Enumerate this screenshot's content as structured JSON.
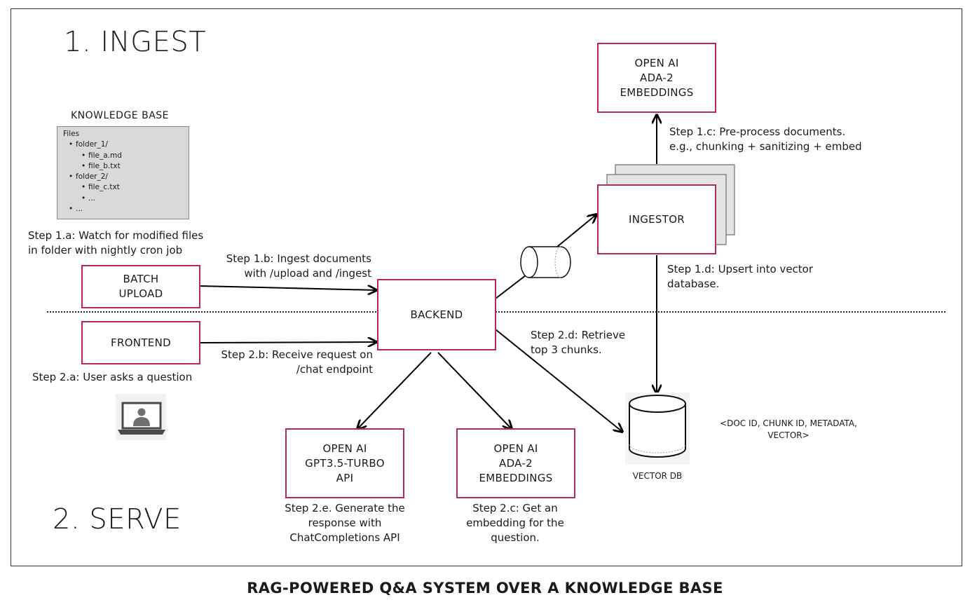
{
  "section_ingest": "1. INGEST",
  "section_serve": "2. SERVE",
  "caption": "RAG-POWERED Q&A SYSTEM OVER A KNOWLEDGE BASE",
  "knowledge_base": {
    "title": "KNOWLEDGE BASE",
    "files_label": "Files",
    "folder_1": "folder_1/",
    "file_a": "file_a.md",
    "file_b": "file_b.txt",
    "folder_2": "folder_2/",
    "file_c": "file_c.txt",
    "ellipsis_inner": "...",
    "ellipsis_outer": "..."
  },
  "boxes": {
    "openai_embed_top": "OPEN AI\nADA-2\nEMBEDDINGS",
    "ingestor": "INGESTOR",
    "batch_upload": "BATCH\nUPLOAD",
    "backend": "BACKEND",
    "frontend": "FRONTEND",
    "openai_gpt": "OPEN AI\nGPT3.5-TURBO\nAPI",
    "openai_embed_bottom": "OPEN AI\nADA-2\nEMBEDDINGS"
  },
  "steps": {
    "s1a": "Step 1.a: Watch for modified files\nin folder with nightly cron job",
    "s1b": "Step 1.b: Ingest documents\nwith /upload and /ingest",
    "s1c": "Step 1.c: Pre-process documents.\ne.g., chunking + sanitizing + embed",
    "s1d": "Step 1.d: Upsert into vector\ndatabase.",
    "s2a": "Step 2.a: User asks a question",
    "s2b": "Step 2.b: Receive request on\n/chat endpoint",
    "s2c": "Step 2.c: Get an\nembedding for the\nquestion.",
    "s2d": "Step 2.d: Retrieve\ntop 3 chunks.",
    "s2e": "Step 2.e. Generate the\nresponse with\nChatCompletions API"
  },
  "vector_db": {
    "label": "VECTOR DB",
    "schema": "<DOC ID, CHUNK ID, METADATA,\nVECTOR>"
  },
  "icons": [
    "queue-cylinder-icon",
    "database-cylinder-icon",
    "user-laptop-icon"
  ],
  "colors": {
    "box_border": "#b8285e",
    "kb_fill": "#d9d9d9",
    "stack_fill": "#e4e4e4"
  }
}
